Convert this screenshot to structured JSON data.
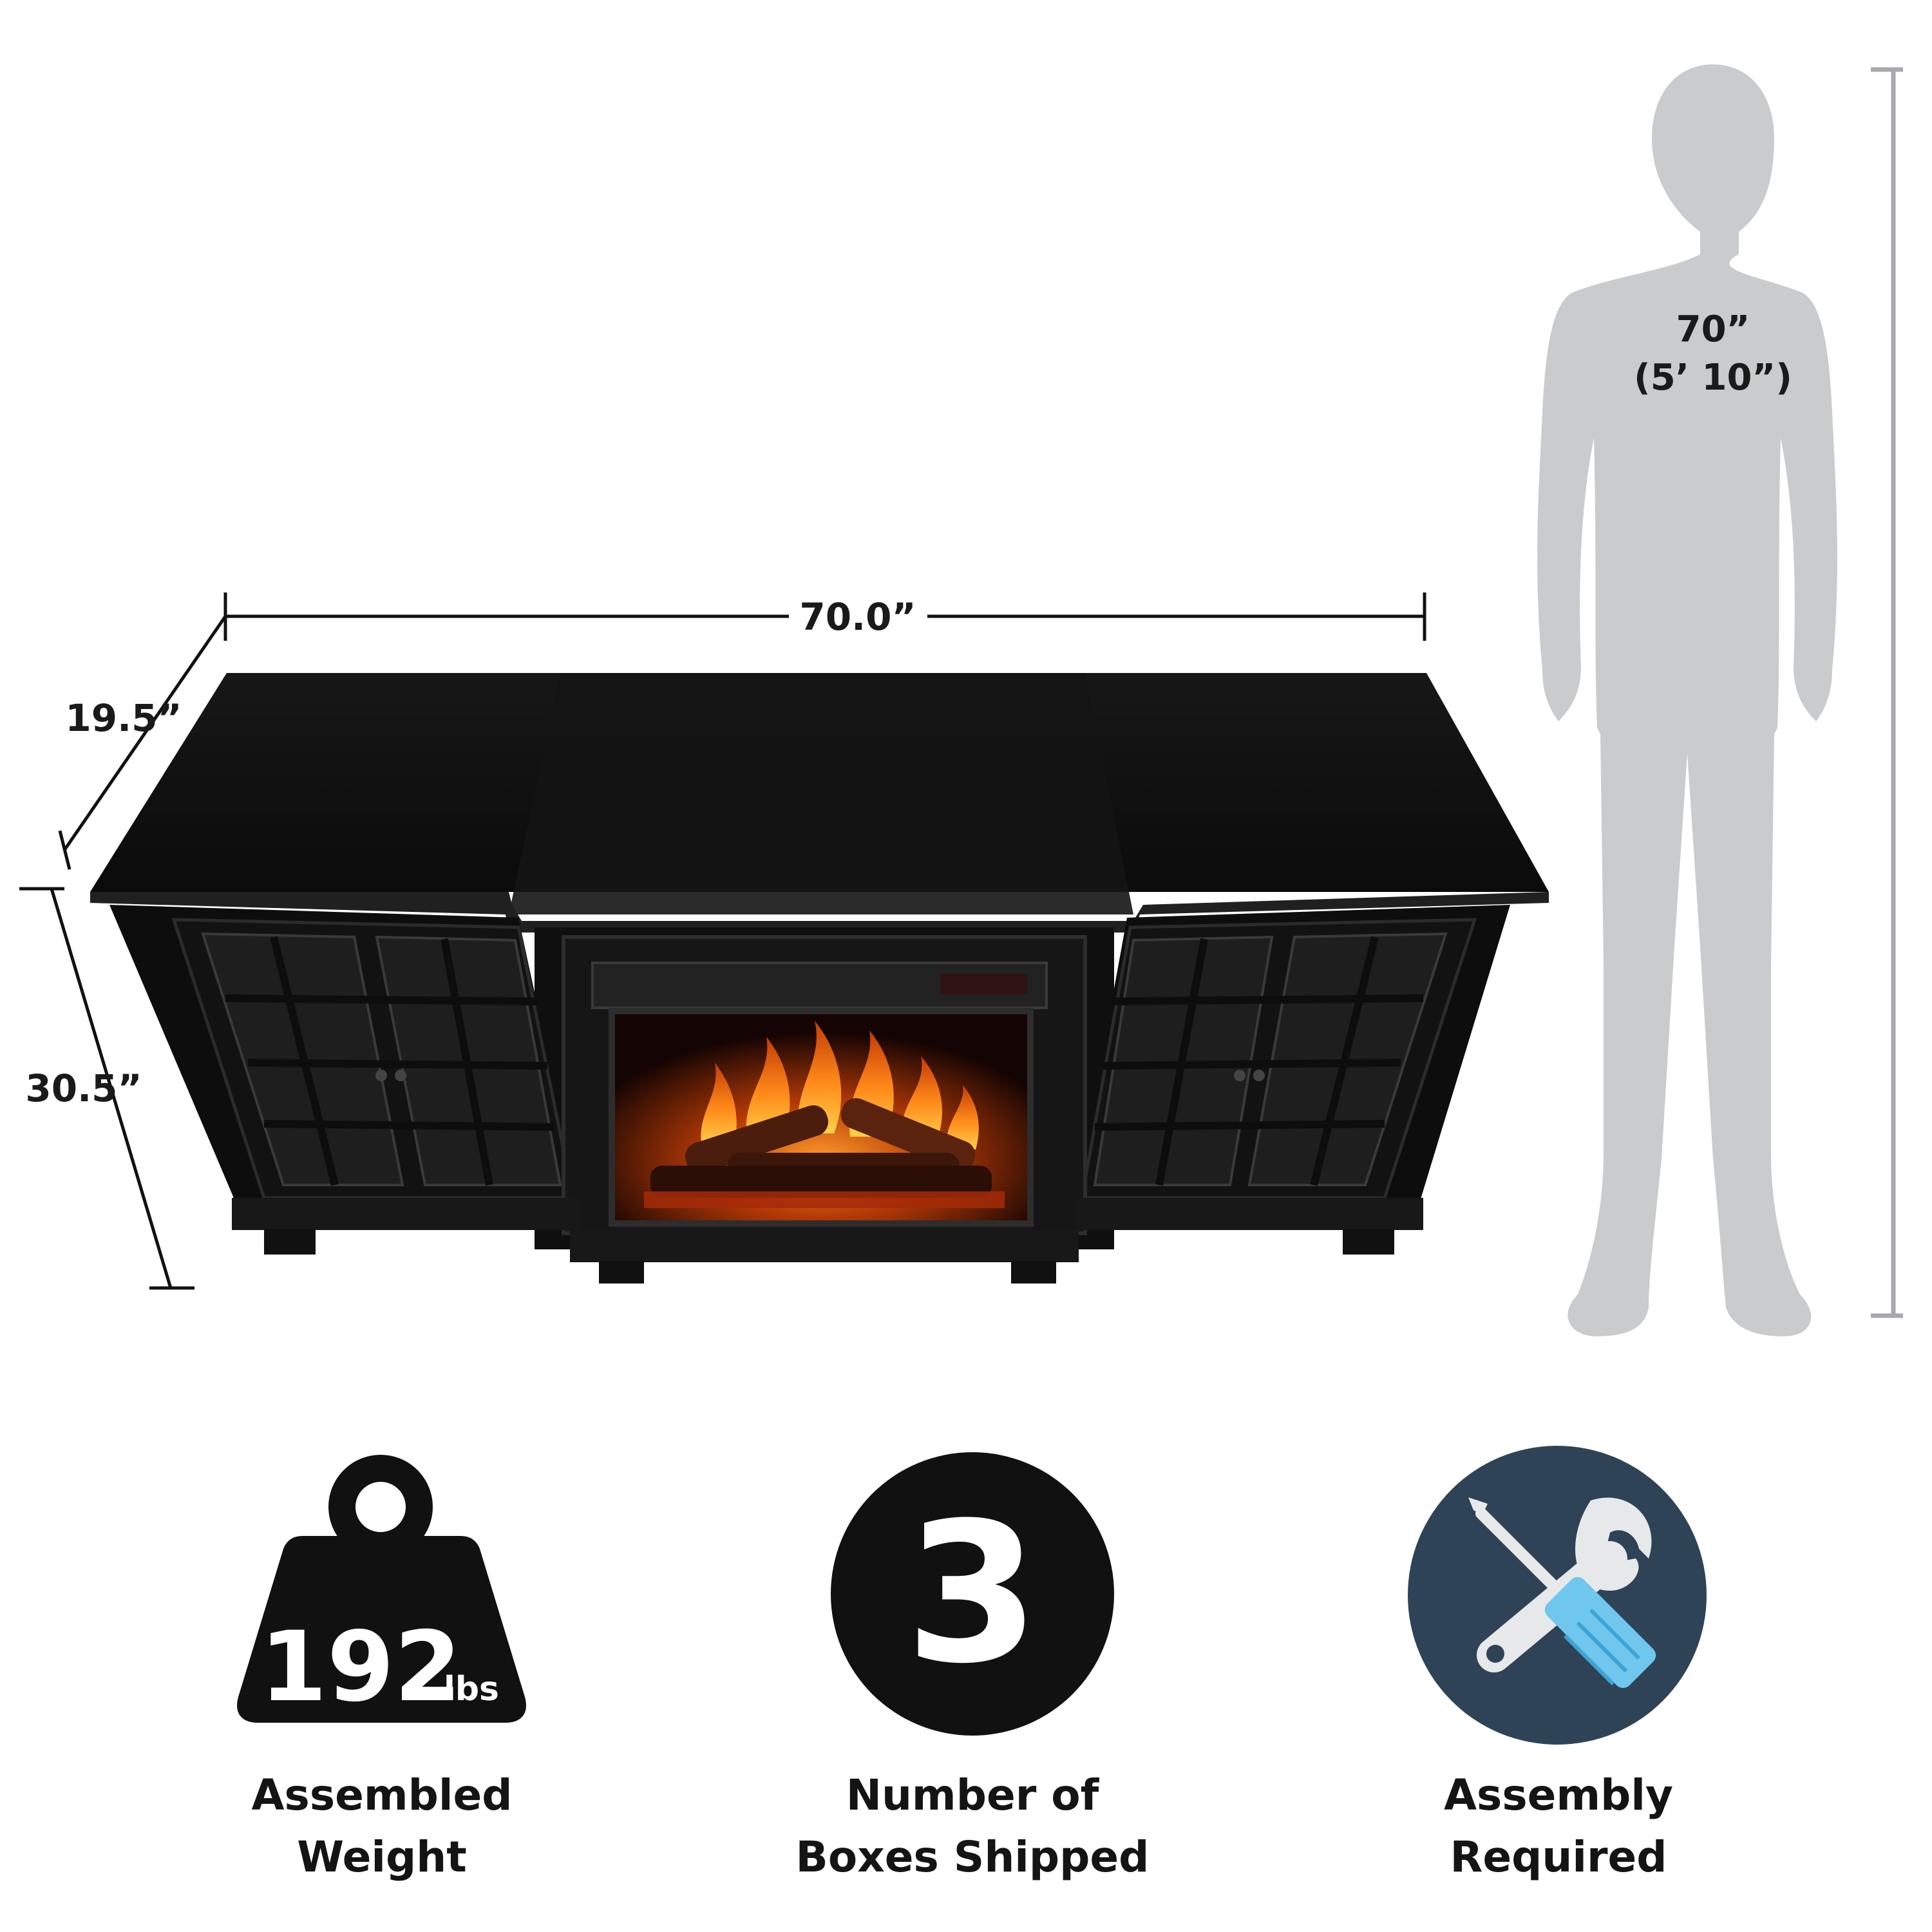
{
  "dimensions": {
    "width": "70.0”",
    "depth": "19.5”",
    "height": "30.5”"
  },
  "person": {
    "height_inches": "70”",
    "height_feet": "(5’ 10”)"
  },
  "features": [
    {
      "icon": "weight-icon",
      "value_number": "192",
      "value_unit": "lbs",
      "label_line1": "Assembled",
      "label_line2": "Weight"
    },
    {
      "icon": "box-count-icon",
      "value_number": "3",
      "label_line1": "Number of",
      "label_line2": "Boxes Shipped"
    },
    {
      "icon": "tools-icon",
      "label_line1": "Assembly",
      "label_line2": "Required"
    }
  ],
  "colors": {
    "furniture": "#111111",
    "silhouette": "#c9cbcd",
    "tools_circle": "#2f4357",
    "tool_blue": "#6fc7ee",
    "tool_silver": "#e6e8ea",
    "flame": "#ff8a1a"
  }
}
